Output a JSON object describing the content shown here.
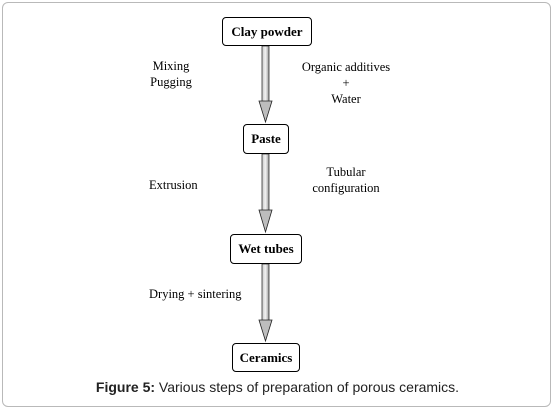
{
  "steps": {
    "clay_powder": "Clay powder",
    "paste": "Paste",
    "wet_tubes": "Wet tubes",
    "ceramics": "Ceramics"
  },
  "annotations": {
    "mixing_line1": "Mixing",
    "mixing_line2": "Pugging",
    "additives_line1": "Organic additives",
    "additives_line2": "+",
    "additives_line3": "Water",
    "extrusion": "Extrusion",
    "tubular_line1": "Tubular",
    "tubular_line2": "configuration",
    "drying": "Drying + sintering"
  },
  "caption": {
    "label": "Figure 5:",
    "text": " Various steps of preparation of porous ceramics."
  }
}
